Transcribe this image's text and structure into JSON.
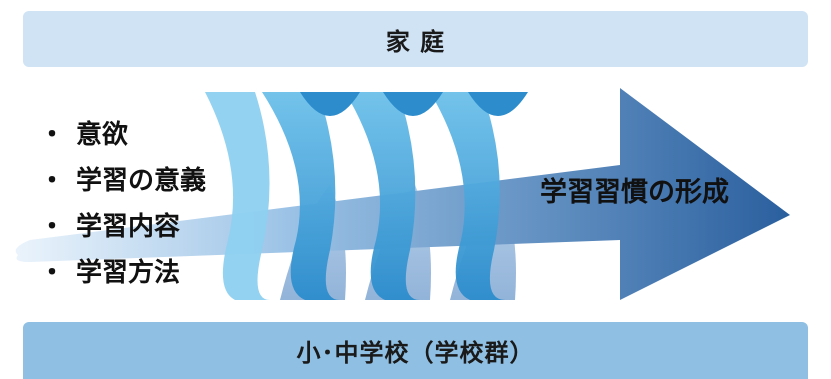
{
  "bands": {
    "top": "家 庭",
    "bottom": "小･中学校（学校群）"
  },
  "bullet_marker": "・",
  "bullets": [
    "意欲",
    "学習の意義",
    "学習内容",
    "学習方法"
  ],
  "arrow_label": "学習習慣の形成",
  "colors": {
    "top_band": "#cfe3f5",
    "bottom_band": "#8fbfe3",
    "arrow": "#2f6fb0",
    "spiral": "#3a9bd5"
  }
}
